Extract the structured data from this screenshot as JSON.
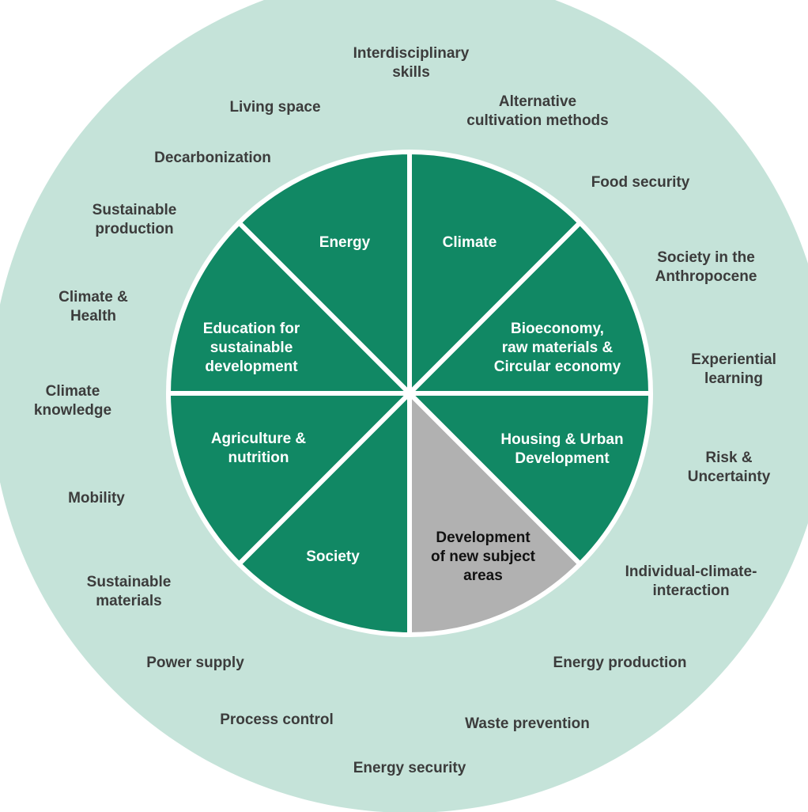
{
  "colors": {
    "outer_ring": "#c5e3d9",
    "segment": "#118864",
    "segment_highlight": "#b1b1b1",
    "separator": "#ffffff",
    "outer_text": "#3c3c3c",
    "inner_text": "#ffffff",
    "highlight_text": "#111111"
  },
  "inner_segments": [
    {
      "id": "climate",
      "lines": [
        "Climate"
      ]
    },
    {
      "id": "bioeconomy",
      "lines": [
        "Bioeconomy,",
        "raw materials &",
        "Circular economy"
      ]
    },
    {
      "id": "housing",
      "lines": [
        "Housing & Urban",
        "Development"
      ]
    },
    {
      "id": "new-subject-areas",
      "lines": [
        "Development",
        "of new subject",
        "areas"
      ],
      "highlight": true
    },
    {
      "id": "society",
      "lines": [
        "Society"
      ]
    },
    {
      "id": "agriculture",
      "lines": [
        "Agriculture &",
        "nutrition"
      ]
    },
    {
      "id": "education",
      "lines": [
        "Education for",
        "sustainable",
        "development"
      ]
    },
    {
      "id": "energy",
      "lines": [
        "Energy"
      ]
    }
  ],
  "outer_topics": [
    {
      "id": "interdisciplinary-skills",
      "lines": [
        "Interdisciplinary",
        "skills"
      ]
    },
    {
      "id": "alternative-cultivation",
      "lines": [
        "Alternative",
        "cultivation methods"
      ]
    },
    {
      "id": "food-security",
      "lines": [
        "Food security"
      ]
    },
    {
      "id": "society-anthropocene",
      "lines": [
        "Society in the",
        "Anthropocene"
      ]
    },
    {
      "id": "experiential-learning",
      "lines": [
        "Experiential",
        "learning"
      ]
    },
    {
      "id": "risk-uncertainty",
      "lines": [
        "Risk &",
        "Uncertainty"
      ]
    },
    {
      "id": "individual-climate-interaction",
      "lines": [
        "Individual-climate-",
        "interaction"
      ]
    },
    {
      "id": "energy-production",
      "lines": [
        "Energy production"
      ]
    },
    {
      "id": "waste-prevention",
      "lines": [
        "Waste prevention"
      ]
    },
    {
      "id": "energy-security",
      "lines": [
        "Energy security"
      ]
    },
    {
      "id": "process-control",
      "lines": [
        "Process control"
      ]
    },
    {
      "id": "power-supply",
      "lines": [
        "Power supply"
      ]
    },
    {
      "id": "sustainable-materials",
      "lines": [
        "Sustainable",
        "materials"
      ]
    },
    {
      "id": "mobility",
      "lines": [
        "Mobility"
      ]
    },
    {
      "id": "climate-knowledge",
      "lines": [
        "Climate",
        "knowledge"
      ]
    },
    {
      "id": "climate-health",
      "lines": [
        "Climate &",
        "Health"
      ]
    },
    {
      "id": "sustainable-production",
      "lines": [
        "Sustainable",
        "production"
      ]
    },
    {
      "id": "decarbonization",
      "lines": [
        "Decarbonization"
      ]
    },
    {
      "id": "living-space",
      "lines": [
        "Living space"
      ]
    }
  ]
}
